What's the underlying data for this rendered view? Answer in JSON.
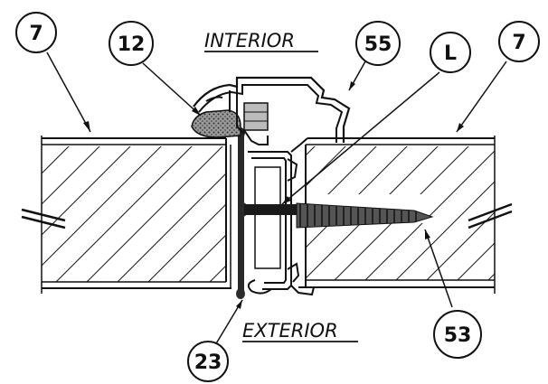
{
  "labels": {
    "interior": "INTERIOR",
    "exterior": "EXTERIOR"
  },
  "callouts": {
    "panel_left": "7",
    "sealant": "12",
    "cover_trim": "55",
    "fastener_plate": "L",
    "panel_right": "7",
    "screw": "53",
    "gasket": "23"
  }
}
